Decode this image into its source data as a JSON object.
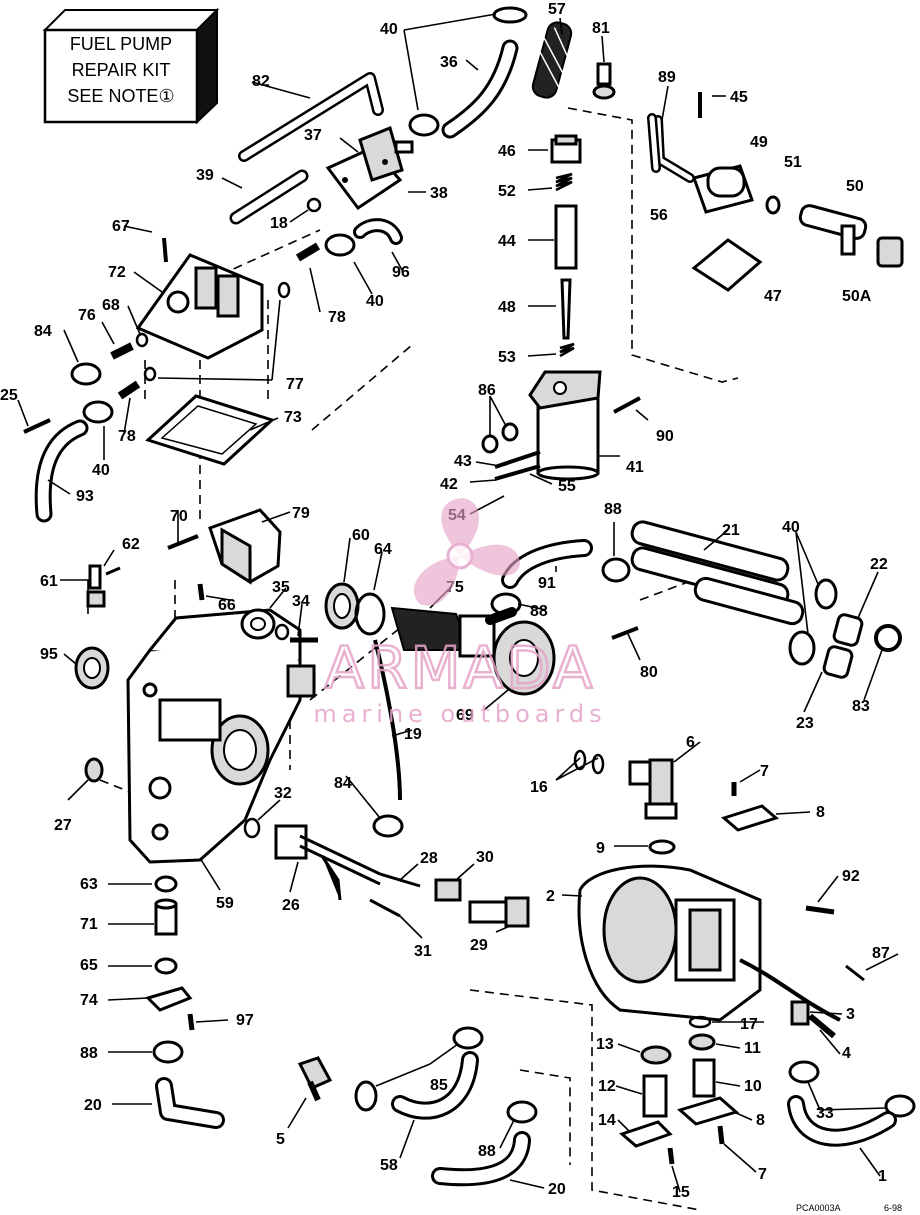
{
  "kit_note": [
    "FUEL PUMP",
    "REPAIR KIT",
    "SEE NOTE①"
  ],
  "footer_code": "PCA0003A",
  "footer_date": "6-98",
  "watermark": {
    "brand": "ARMADA",
    "tagline": "marine outboards",
    "color": "#e6a4c8"
  },
  "callouts": {
    "n1": "1",
    "n2": "2",
    "n3": "3",
    "n4": "4",
    "n5": "5",
    "n6": "6",
    "n7a": "7",
    "n7b": "7",
    "n8a": "8",
    "n8b": "8",
    "n9": "9",
    "n10": "10",
    "n11": "11",
    "n12": "12",
    "n13": "13",
    "n14": "14",
    "n15": "15",
    "n16": "16",
    "n17": "17",
    "n18": "18",
    "n19": "19",
    "n20a": "20",
    "n20b": "20",
    "n21": "21",
    "n22": "22",
    "n23": "23",
    "n25": "25",
    "n26": "26",
    "n27": "27",
    "n28": "28",
    "n29": "29",
    "n30": "30",
    "n31": "31",
    "n32": "32",
    "n33": "33",
    "n34": "34",
    "n35": "35",
    "n36": "36",
    "n37": "37",
    "n38": "38",
    "n39": "39",
    "n40a": "40",
    "n40b": "40",
    "n40c": "40",
    "n40d": "40",
    "n41": "41",
    "n42": "42",
    "n43": "43",
    "n44": "44",
    "n45": "45",
    "n46": "46",
    "n47": "47",
    "n48": "48",
    "n49": "49",
    "n50": "50",
    "n50A": "50A",
    "n51": "51",
    "n52": "52",
    "n53": "53",
    "n54": "54",
    "n55": "55",
    "n56": "56",
    "n57": "57",
    "n58": "58",
    "n59": "59",
    "n60": "60",
    "n61": "61",
    "n62": "62",
    "n63": "63",
    "n64": "64",
    "n65": "65",
    "n66": "66",
    "n67": "67",
    "n68": "68",
    "n69": "69",
    "n70": "70",
    "n71": "71",
    "n72": "72",
    "n73": "73",
    "n74": "74",
    "n75": "75",
    "n76": "76",
    "n77": "77",
    "n78a": "78",
    "n78b": "78",
    "n79": "79",
    "n80": "80",
    "n81": "81",
    "n82": "82",
    "n83": "83",
    "n84a": "84",
    "n84b": "84",
    "n85": "85",
    "n86": "86",
    "n87": "87",
    "n88a": "88",
    "n88b": "88",
    "n88c": "88",
    "n88d": "88",
    "n89": "89",
    "n90": "90",
    "n91": "91",
    "n92": "92",
    "n93": "93",
    "n95": "95",
    "n96": "96",
    "n97": "97"
  }
}
